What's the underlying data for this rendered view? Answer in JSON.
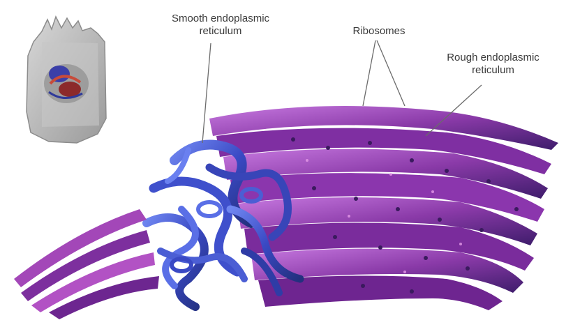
{
  "labels": {
    "smooth_er": [
      "Smooth endoplasmic",
      "reticulum"
    ],
    "ribosomes": "Ribosomes",
    "rough_er": [
      "Rough endoplasmic",
      "reticulum"
    ]
  },
  "colors": {
    "smooth_er": "#4a5fd6",
    "rough_er": "#9a3fb4",
    "pink_highlight": "#d76ae0",
    "dark_purple": "#3c1f6e",
    "leader_line": "#6b6b6b",
    "cell_gray": "#b9b9b9"
  }
}
